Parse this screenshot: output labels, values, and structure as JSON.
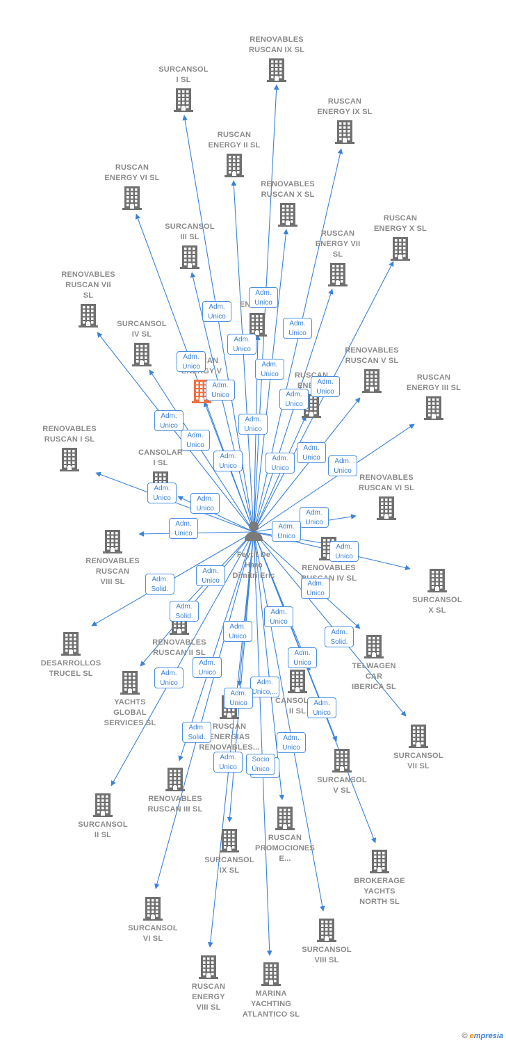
{
  "colors": {
    "edge": "#3a82d8",
    "building": "#707070",
    "highlight": "#f07040"
  },
  "center": {
    "name": "Feytit De\nHaro\nDimitri Eric",
    "icon": "person-icon"
  },
  "companies": [
    {
      "id": "c1",
      "name": "RENOVABLES\nRUSCAN IX  SL",
      "icon": "building-icon"
    },
    {
      "id": "c2",
      "name": "SURCANSOL\nI  SL",
      "icon": "building-icon"
    },
    {
      "id": "c3",
      "name": "RUSCAN\nENERGY IX  SL",
      "icon": "building-icon"
    },
    {
      "id": "c4",
      "name": "RUSCAN\nENERGY II  SL",
      "icon": "building-icon"
    },
    {
      "id": "c5",
      "name": "RUSCAN\nENERGY VI  SL",
      "icon": "building-icon"
    },
    {
      "id": "c6",
      "name": "RENOVABLES\nRUSCAN X  SL",
      "icon": "building-icon"
    },
    {
      "id": "c7",
      "name": "RUSCAN\nENERGY X  SL",
      "icon": "building-icon"
    },
    {
      "id": "c8",
      "name": "SURCANSOL\nIII  SL",
      "icon": "building-icon"
    },
    {
      "id": "c9",
      "name": "RUSCAN\nENERGY VII\nSL",
      "icon": "building-icon"
    },
    {
      "id": "c10",
      "name": "RENOVABLES\nRUSCAN VII\nSL",
      "icon": "building-icon"
    },
    {
      "id": "c11",
      "name": "RU\nENERG        L",
      "icon": "building-icon"
    },
    {
      "id": "c12",
      "name": "SURCANSOL\nIV  SL",
      "icon": "building-icon"
    },
    {
      "id": "c13",
      "name": "RUSCAN\nENERGY V",
      "icon": "building-icon",
      "highlight": true
    },
    {
      "id": "c14",
      "name": "RENOVABLES\nRUSCAN V  SL",
      "icon": "building-icon"
    },
    {
      "id": "c15",
      "name": "RUSCAN\nENERG",
      "icon": "building-icon"
    },
    {
      "id": "c16",
      "name": "RUSCAN\nENERGY III  SL",
      "icon": "building-icon"
    },
    {
      "id": "c17",
      "name": "RENOVABLES\nRUSCAN I  SL",
      "icon": "building-icon"
    },
    {
      "id": "c18",
      "name": "CANSOLAR\nI  SL",
      "icon": "building-icon"
    },
    {
      "id": "c19",
      "name": "RENOVABLES\nRUSCAN VI  SL",
      "icon": "building-icon"
    },
    {
      "id": "c20",
      "name": "RENOVABLES\nRUSCAN\nVIII  SL",
      "icon": "building-icon"
    },
    {
      "id": "c21",
      "name": "RENOVABLES\nRUSCAN IV  SL",
      "icon": "building-icon"
    },
    {
      "id": "c22",
      "name": "SURCANSOL\nX  SL",
      "icon": "building-icon"
    },
    {
      "id": "c23",
      "name": "RENOVABLES\nRUSCAN II  SL",
      "icon": "building-icon"
    },
    {
      "id": "c24",
      "name": "DESARROLLOS\nTRUCEL  SL",
      "icon": "building-icon"
    },
    {
      "id": "c25",
      "name": "TELWAGEN\nCAR\nIBERICA  SL",
      "icon": "building-icon"
    },
    {
      "id": "c26",
      "name": "YACHTS\nGLOBAL\nSERVICES  SL",
      "icon": "building-icon"
    },
    {
      "id": "c27",
      "name": "CANSOLAR\nII  SL",
      "icon": "building-icon"
    },
    {
      "id": "c28",
      "name": "RUSCAN\nENERGIAS\nRENOVABLES...",
      "icon": "building-icon"
    },
    {
      "id": "c29",
      "name": "SURCANSOL\nVII  SL",
      "icon": "building-icon"
    },
    {
      "id": "c30",
      "name": "SURCANSOL\nV  SL",
      "icon": "building-icon"
    },
    {
      "id": "c31",
      "name": "RENOVABLES\nRUSCAN III  SL",
      "icon": "building-icon"
    },
    {
      "id": "c32",
      "name": "SURCANSOL\nII  SL",
      "icon": "building-icon"
    },
    {
      "id": "c33",
      "name": "RUSCAN\nPROMOCIONES\nE...",
      "icon": "building-icon"
    },
    {
      "id": "c34",
      "name": "SURCANSOL\nIX  SL",
      "icon": "building-icon"
    },
    {
      "id": "c35",
      "name": "BROKERAGE\nYACHTS\nNORTH  SL",
      "icon": "building-icon"
    },
    {
      "id": "c36",
      "name": "SURCANSOL\nVI  SL",
      "icon": "building-icon"
    },
    {
      "id": "c37",
      "name": "SURCANSOL\nVIII  SL",
      "icon": "building-icon"
    },
    {
      "id": "c38",
      "name": "RUSCAN\nENERGY\nVIII  SL",
      "icon": "building-icon"
    },
    {
      "id": "c39",
      "name": "MARINA\nYACHTING\nATLANTICO  SL",
      "icon": "building-icon"
    }
  ],
  "roles": {
    "adm_unico": "Adm.\nUnico",
    "adm_solid": "Adm.\nSolid.",
    "adm_unico_multi": "Adm.\nUnico,...",
    "socio_unico": "Socio\nÚnico"
  },
  "role_badges": [
    {
      "text": "Adm.\nUnico"
    },
    {
      "text": "Adm.\nUnico"
    },
    {
      "text": "Adm.\nUnico"
    },
    {
      "text": "Adm.\nUnico"
    },
    {
      "text": "Adm.\nUnico"
    },
    {
      "text": "Adm.\nUnico"
    },
    {
      "text": "Adm.\nUnico"
    },
    {
      "text": "Adm.\nUnico"
    },
    {
      "text": "Adm.\nUnico"
    },
    {
      "text": "Adm.\nUnico"
    },
    {
      "text": "Adm.\nUnico"
    },
    {
      "text": "Adm.\nUnico"
    },
    {
      "text": "Adm.\nUnico"
    },
    {
      "text": "Adm.\nUnico"
    },
    {
      "text": "Adm.\nUnico"
    },
    {
      "text": "Adm.\nUnico"
    },
    {
      "text": "Adm.\nUnico"
    },
    {
      "text": "Adm.\nUnico"
    },
    {
      "text": "Adm.\nUnico"
    },
    {
      "text": "Adm.\nUnico"
    },
    {
      "text": "Adm.\nUnico"
    },
    {
      "text": "Adm.\nUnico"
    },
    {
      "text": "Adm.\nUnico"
    },
    {
      "text": "Adm.\nSolid."
    },
    {
      "text": "Adm.\nUnico"
    },
    {
      "text": "Adm.\nSolid."
    },
    {
      "text": "Adm.\nSolid."
    },
    {
      "text": "Adm.\nUnico"
    },
    {
      "text": "Adm.\nUnico"
    },
    {
      "text": "Adm.\nUnico"
    },
    {
      "text": "Adm.\nUnico"
    },
    {
      "text": "Adm.\nUnico"
    },
    {
      "text": "Adm.\nUnico"
    },
    {
      "text": "Adm.\nUnico,..."
    },
    {
      "text": "Adm.\nUnico"
    },
    {
      "text": "Adm.\nSolid."
    },
    {
      "text": "Adm.\nUnico"
    },
    {
      "text": "Adm.\nUnico"
    },
    {
      "text": "Adm.\nUnico"
    },
    {
      "text": "Socio\nÚnico"
    }
  ],
  "footer": {
    "copyright": "©",
    "brand_e": "e",
    "brand_rest": "mpresia"
  }
}
